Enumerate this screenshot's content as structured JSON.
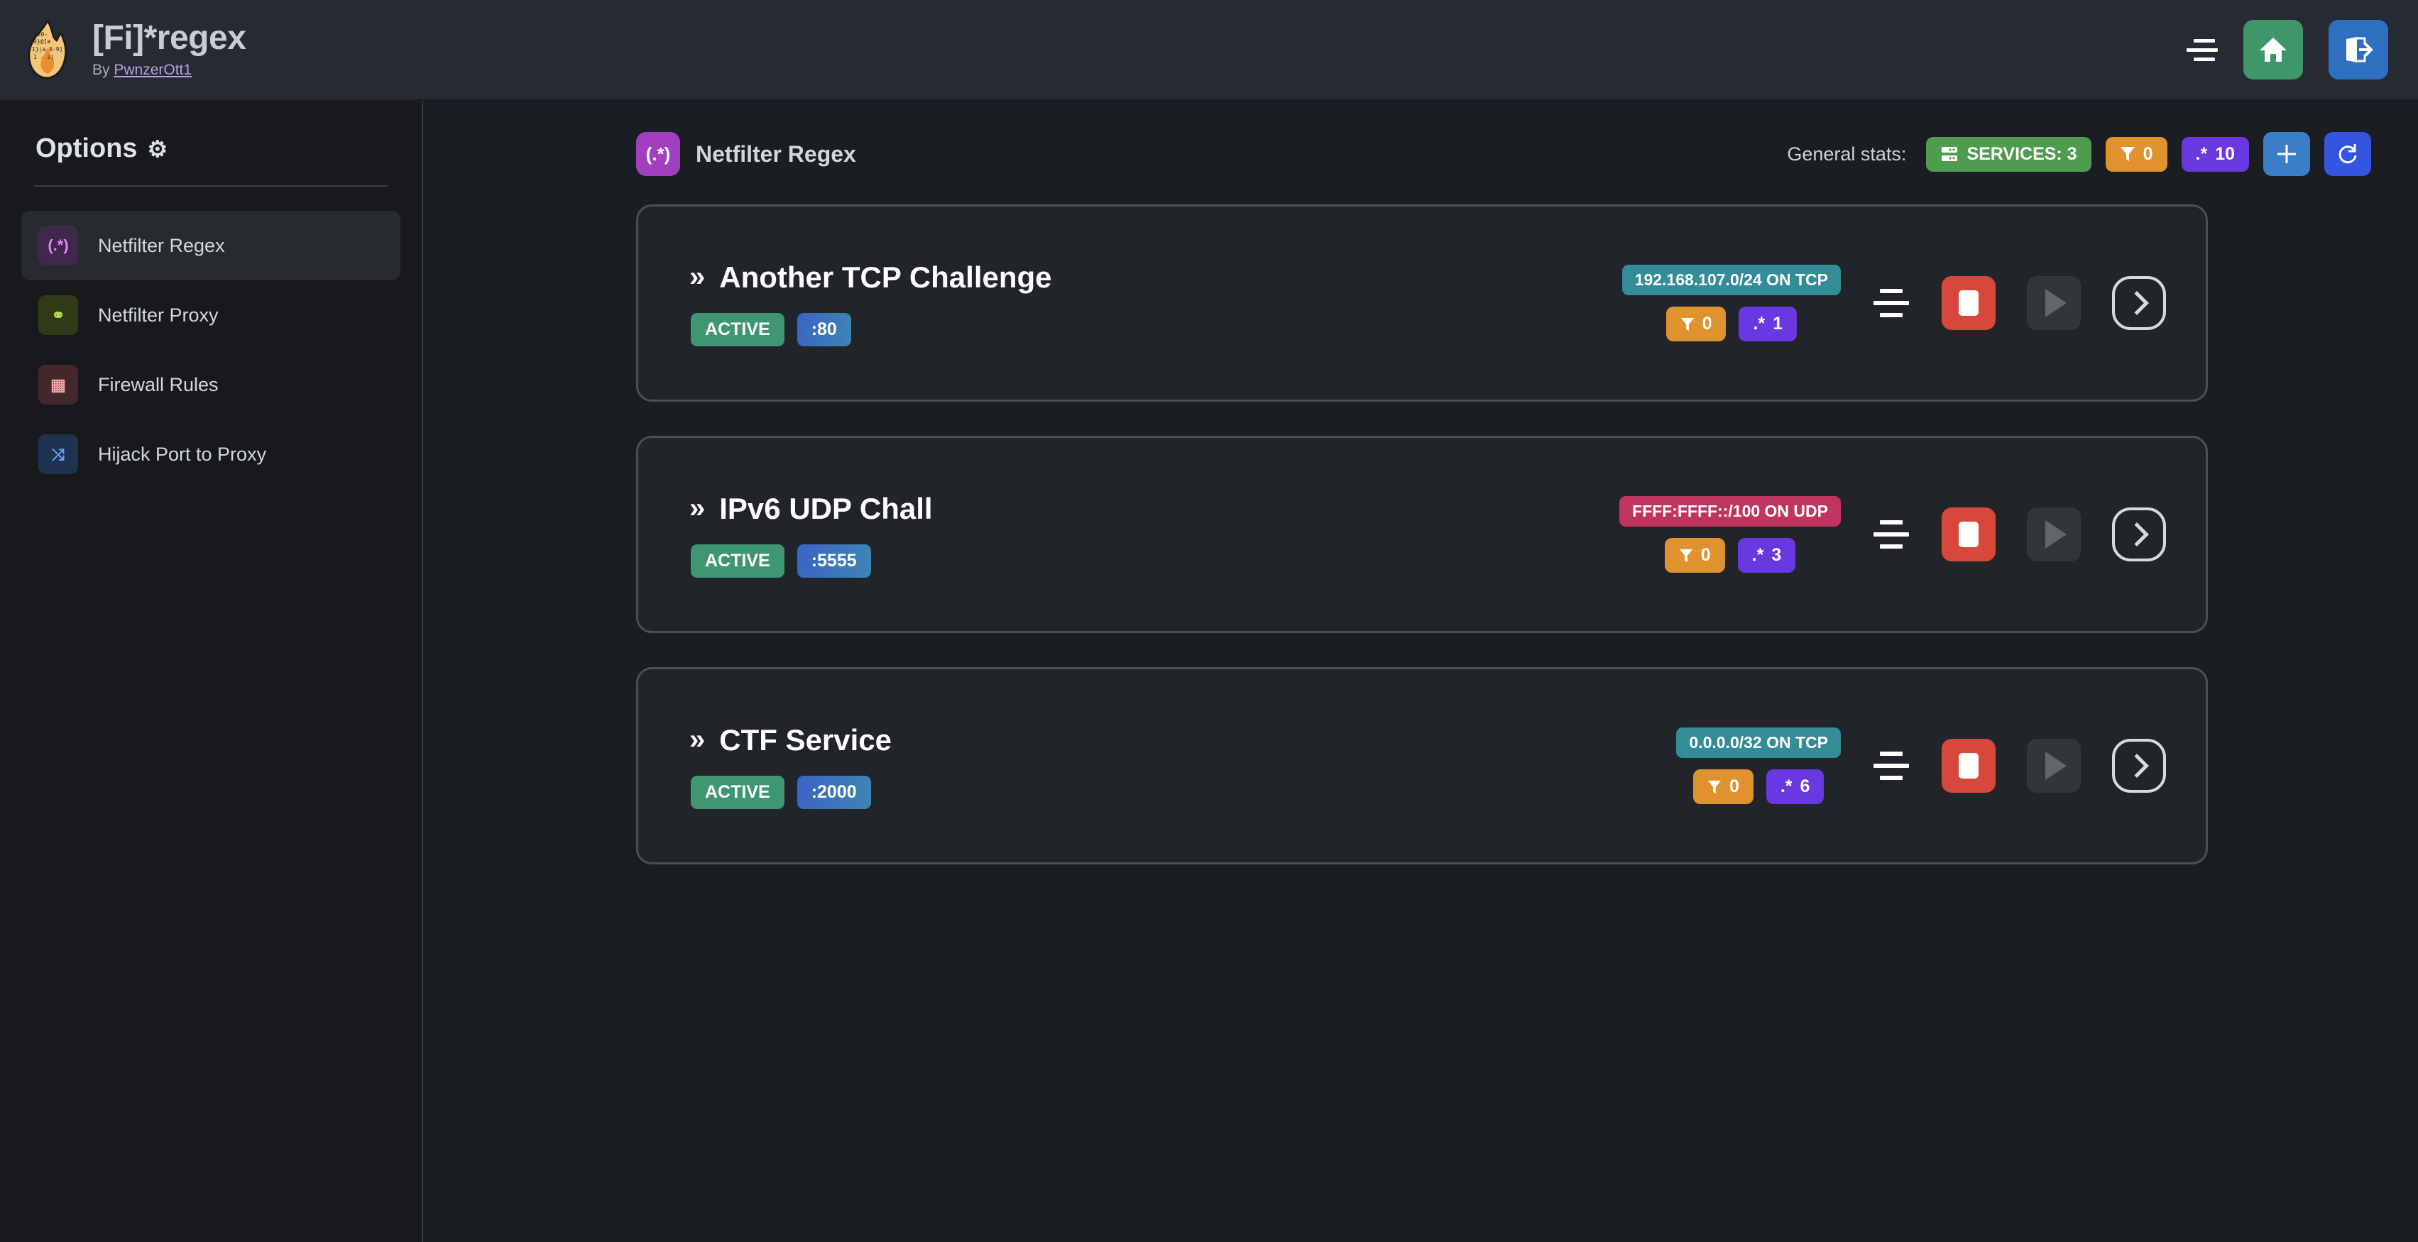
{
  "app": {
    "title": "[Fi]*regex",
    "byline_prefix": "By ",
    "author": "PwnzerOtt1",
    "logo_icon": "flame-icon"
  },
  "topbar": {
    "menu_icon": "hamburger-menu-icon",
    "home_icon": "home-icon",
    "logout_icon": "logout-icon"
  },
  "sidebar": {
    "title": "Options",
    "gear": "⚙",
    "items": [
      {
        "label": "Netfilter Regex",
        "icon": "(.*)",
        "icon_name": "regex-icon",
        "active": true
      },
      {
        "label": "Netfilter Proxy",
        "icon": "⚭",
        "icon_name": "plug-icon",
        "active": false
      },
      {
        "label": "Firewall Rules",
        "icon": "▦",
        "icon_name": "brick-wall-icon",
        "active": false
      },
      {
        "label": "Hijack Port to Proxy",
        "icon": "⤨",
        "icon_name": "route-fork-icon",
        "active": false
      }
    ]
  },
  "main": {
    "page_icon": "(.*)",
    "page_title": "Netfilter Regex",
    "stats_label": "General stats:",
    "stats": [
      {
        "name": "services-badge",
        "icon": "server-icon",
        "text": "SERVICES: 3",
        "color": "#4f9c4f"
      },
      {
        "name": "filters-badge",
        "icon": "funnel-icon",
        "text": "0",
        "color": "#e0922f"
      },
      {
        "name": "regex-badge",
        "icon": ".*",
        "text": "10",
        "color": "#6938e0"
      }
    ],
    "add_button": "+",
    "refresh_button": "⟳"
  },
  "services": [
    {
      "name": "Another TCP Challenge",
      "chevron": "»",
      "status": "ACTIVE",
      "port": ":80",
      "network": "192.168.107.0/24 ON TCP",
      "network_proto": "tcp",
      "filters": "0",
      "regexes": "1",
      "menu_icon": "service-menu-icon",
      "stop_icon": "stop-icon",
      "play_icon": "play-icon",
      "open_icon": "chevron-right-icon"
    },
    {
      "name": "IPv6 UDP Chall",
      "chevron": "»",
      "status": "ACTIVE",
      "port": ":5555",
      "network": "FFFF:FFFF::/100 ON UDP",
      "network_proto": "udp",
      "filters": "0",
      "regexes": "3",
      "menu_icon": "service-menu-icon",
      "stop_icon": "stop-icon",
      "play_icon": "play-icon",
      "open_icon": "chevron-right-icon"
    },
    {
      "name": "CTF Service",
      "chevron": "»",
      "status": "ACTIVE",
      "port": ":2000",
      "network": "0.0.0.0/32 ON TCP",
      "network_proto": "tcp",
      "filters": "0",
      "regexes": "6",
      "menu_icon": "service-menu-icon",
      "stop_icon": "stop-icon",
      "play_icon": "play-icon",
      "open_icon": "chevron-right-icon"
    }
  ],
  "colors": {
    "accent_purple": "#a13fc0",
    "active_green": "#3f9673",
    "stop_red": "#d8473c",
    "tcp_teal": "#348c99",
    "udp_pink": "#c0355f",
    "filter_orange": "#e0922f",
    "regex_violet": "#6938e0"
  }
}
